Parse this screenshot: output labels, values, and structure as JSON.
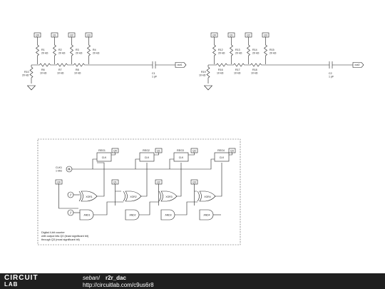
{
  "left_dac": {
    "inputs": [
      "Q0",
      "Q1",
      "Q2",
      "Q3"
    ],
    "rungs": [
      {
        "name": "R1",
        "value": "20 kΩ"
      },
      {
        "name": "R2",
        "value": "20 kΩ"
      },
      {
        "name": "R3",
        "value": "20 kΩ"
      },
      {
        "name": "R4",
        "value": "20 kΩ"
      }
    ],
    "series": [
      {
        "name": "R6",
        "value": "10 kΩ"
      },
      {
        "name": "R7",
        "value": "10 kΩ"
      },
      {
        "name": "R8",
        "value": "10 kΩ"
      }
    ],
    "ground_resistor": {
      "name": "R10",
      "value": "20 kΩ"
    },
    "capacitor": {
      "name": "C1",
      "value": "1 pF"
    },
    "output": "out1"
  },
  "right_dac": {
    "inputs": [
      "Q0",
      "Q1",
      "Q2",
      "Q3"
    ],
    "rungs": [
      {
        "name": "R12",
        "value": "20 kΩ"
      },
      {
        "name": "R13",
        "value": "20 kΩ"
      },
      {
        "name": "R14",
        "value": "20 kΩ"
      },
      {
        "name": "R15",
        "value": "20 kΩ"
      }
    ],
    "series": [
      {
        "name": "R16",
        "value": "10 kΩ"
      },
      {
        "name": "R17",
        "value": "10 kΩ"
      },
      {
        "name": "R18",
        "value": "10 kΩ"
      }
    ],
    "ground_resistor": {
      "name": "R19",
      "value": "10 kΩ"
    },
    "capacitor": {
      "name": "C2",
      "value": "1 pF"
    },
    "output": "out2"
  },
  "counter": {
    "registers": [
      {
        "name": "REG1",
        "q": "Q0",
        "clk": "CLK"
      },
      {
        "name": "REG2",
        "q": "Q1",
        "clk": "CLK"
      },
      {
        "name": "REG3",
        "q": "Q2",
        "clk": "CLK"
      },
      {
        "name": "REG4",
        "q": "Q3",
        "clk": "CLK"
      }
    ],
    "xor_gates": [
      "XOR1",
      "XOR2",
      "XOR3",
      "XOR4"
    ],
    "and_gates": [
      "AND1",
      "AND2",
      "AND3",
      "AND4"
    ],
    "clock": {
      "name": "CLK1",
      "freq": "1 kHz"
    },
    "source_labels": [
      "f",
      "f"
    ],
    "taps": [
      "Q0",
      "Q1",
      "Q2",
      "Q3"
    ],
    "note": [
      "Digital 4-bit counter",
      "with output bits Q0 (least significant bit)",
      "through Q3 (most significant bit)"
    ]
  },
  "footer": {
    "logo_top": "CIRCUIT",
    "logo_bottom": "LAB",
    "author": "seban",
    "separator": " / ",
    "title": "r2r_dac",
    "url": "http://circuitlab.com/c9us6r8"
  }
}
